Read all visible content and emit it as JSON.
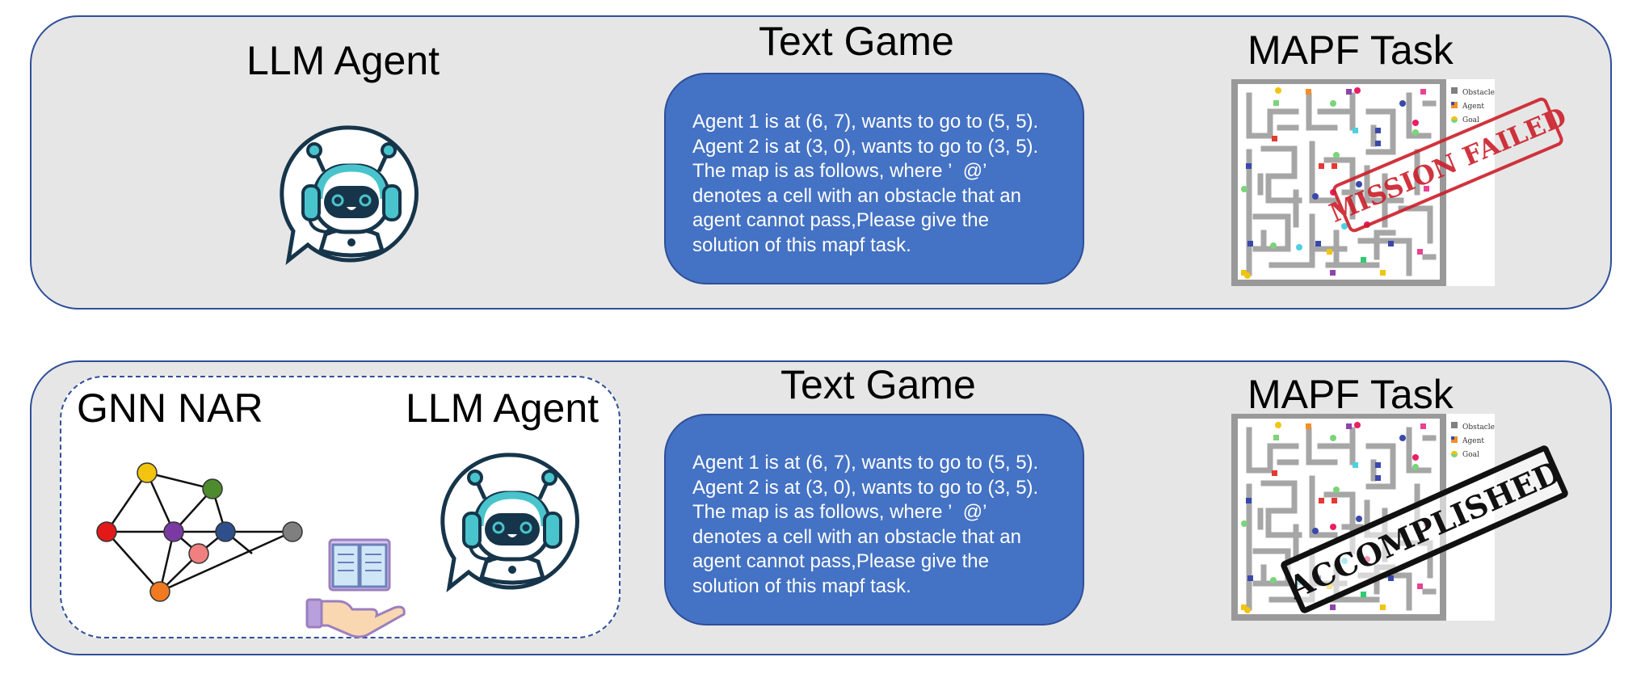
{
  "top_panel": {
    "agent_title": "LLM Agent",
    "game_title": "Text Game",
    "task_title": "MAPF Task",
    "prompt_lines": [
      "Agent 1 is at (6, 7), wants to go to (5, 5).",
      "Agent 2 is at (3, 0), wants to go to (3, 5).",
      "The map is as follows, where ’  @’",
      "denotes a cell with an obstacle that an",
      "agent cannot pass,Please give the",
      "solution of this mapf task."
    ],
    "legend": [
      "Obstacle",
      "Agent",
      "Goal"
    ],
    "stamp_text": "MISSION FAILED",
    "stamp_color": "#cc1f2a"
  },
  "bottom_panel": {
    "gnn_title": "GNN NAR",
    "agent_title": "LLM Agent",
    "game_title": "Text Game",
    "task_title": "MAPF Task",
    "prompt_lines": [
      "Agent 1 is at (6, 7), wants to go to (5, 5).",
      "Agent 2 is at (3, 0), wants to go to (3, 5).",
      "The map is as follows, where ’  @’",
      "denotes a cell with an obstacle that an",
      "agent cannot pass,Please give the",
      "solution of this mapf task."
    ],
    "legend": [
      "Obstacle",
      "Agent",
      "Goal"
    ],
    "stamp_text": "ACCOMPLISHED",
    "stamp_color": "#111111"
  },
  "colors": {
    "panel_fill": "#e6e6e6",
    "panel_border": "#2f4f98",
    "bubble_fill": "#4472c4",
    "robot_dark": "#16354a",
    "robot_teal": "#49c4cc"
  }
}
